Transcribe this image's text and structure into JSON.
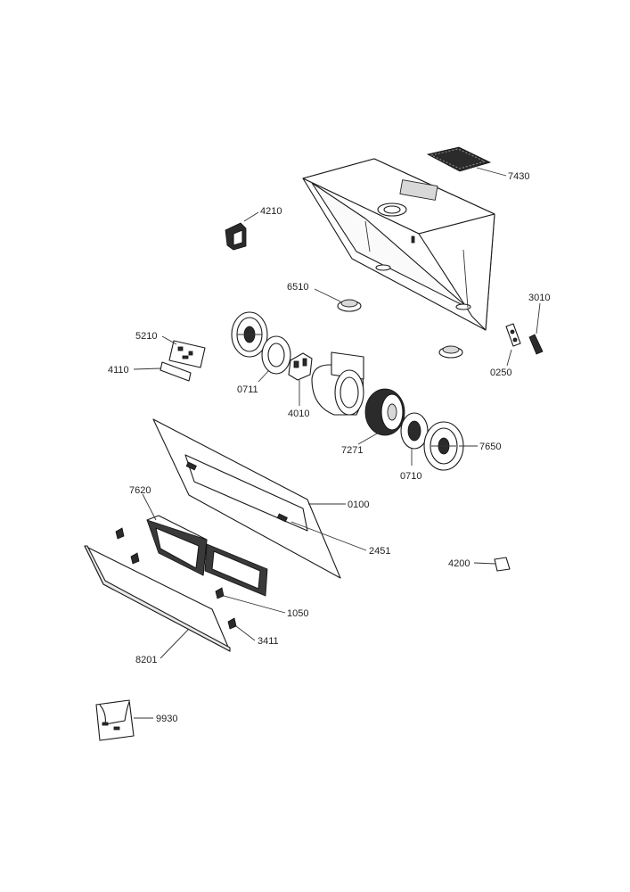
{
  "labels": {
    "p7430": "7430",
    "p4210": "4210",
    "p6510": "6510",
    "p3010": "3010",
    "p5210": "5210",
    "p4110": "4110",
    "p0711": "0711",
    "p4010": "4010",
    "p0250": "0250",
    "p7271": "7271",
    "p7650": "7650",
    "p0710": "0710",
    "p7620": "7620",
    "p0100": "0100",
    "p2451": "2451",
    "p4200": "4200",
    "p1050": "1050",
    "p3411": "3411",
    "p8201": "8201",
    "p9930": "9930"
  }
}
